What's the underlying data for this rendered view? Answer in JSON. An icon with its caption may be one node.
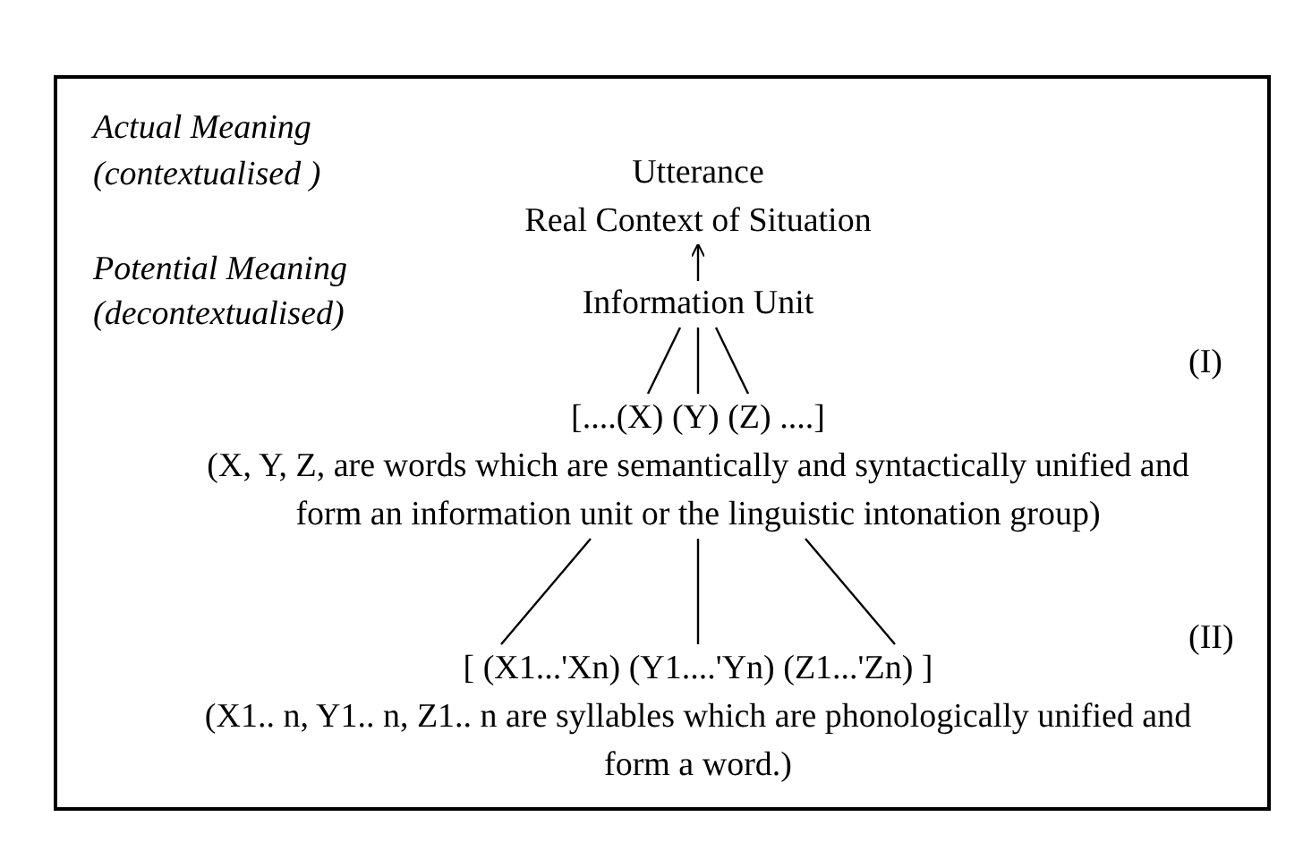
{
  "diagram": {
    "nodes": [
      {
        "text": [
          "Utterance"
        ]
      },
      {
        "text": [
          "Real Context of Situation"
        ]
      },
      {
        "text": [
          "Information Unit"
        ]
      },
      {
        "text": [
          "[....(X) (Y) (Z) ....]"
        ],
        "beside": [
          "(X, Y, Z, are words which are semantically and syntactically unified and form an information unit or the linguistic intonation group)"
        ]
      },
      {
        "text": [
          "[ (X1...'Xn) (Y1....'Yn) (Z1...'Zn) ]"
        ],
        "beside": [
          "(X1.. n, Y1.. n, Z1.. n are syllables which are phonologically unified and form a word.)"
        ]
      }
    ],
    "edges": [
      {
        "from": 2,
        "to": 1,
        "arrow": "to"
      },
      {
        "from": 2,
        "to": 3,
        "arrow": "none"
      },
      {
        "from": 2,
        "to": 3,
        "arrow": "none"
      },
      {
        "from": 2,
        "to": 3,
        "arrow": "none"
      },
      {
        "from": 3,
        "to": 4,
        "arrow": "none"
      },
      {
        "from": 3,
        "to": 4,
        "arrow": "none"
      },
      {
        "from": 3,
        "to": 4,
        "arrow": "none"
      }
    ],
    "labels": [
      "Actual Meaning",
      "(contextualised )",
      "Potential Meaning",
      "(decontextualised)",
      "(I)",
      "(II)"
    ]
  }
}
